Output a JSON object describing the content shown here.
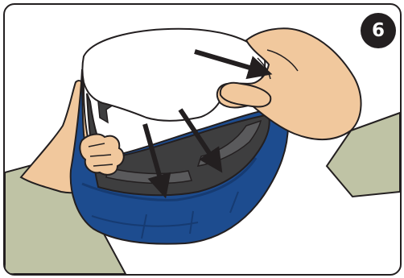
{
  "step": {
    "number": "6"
  },
  "illustration": {
    "subject": "helmet-liner-insertion",
    "arrow_count": 3
  },
  "colors": {
    "skin": "#f1c89d",
    "sleeve": "#bfc3a5",
    "shell": "#1d4c8f",
    "shell_dark": "#163b72",
    "liner_dark": "#3e3e3f",
    "liner_mid": "#5a5a5c",
    "visor": "#ffffff",
    "outline": "#231f20",
    "arrow": "#231f20"
  }
}
